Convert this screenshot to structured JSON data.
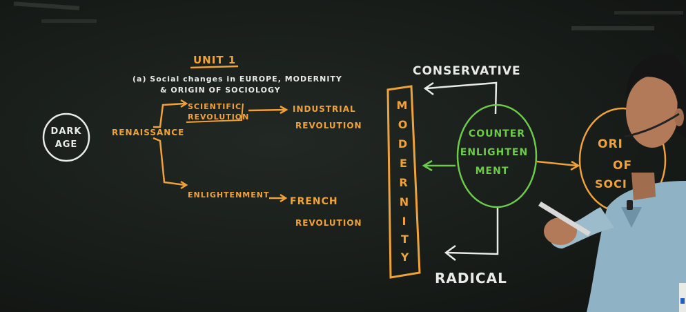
{
  "board": {
    "heading": "UNIT 1",
    "subtitle_line1": "(a) Social changes in EUROPE, MODERNITY",
    "subtitle_line2": "& ORIGIN OF SOCIOLOGY",
    "dark_age": [
      "DARK",
      "AGE"
    ],
    "renaissance": "RENAISSANCE",
    "scientific_revolution": [
      "SCIENTIFIC",
      "REVOLUTION"
    ],
    "industrial_revolution": [
      "INDUSTRIAL",
      "REVOLUTION"
    ],
    "enlightenment": "ENLIGHTENMENT",
    "french_revolution": [
      "FRENCH",
      "REVOLUTION"
    ],
    "modernity_letters": [
      "M",
      "O",
      "D",
      "E",
      "R",
      "N",
      "I",
      "T",
      "Y"
    ],
    "conservative": "CONSERVATIVE",
    "radical": "RADICAL",
    "counter_enlightenment": [
      "COUNTER",
      "ENLIGHTEN",
      "MENT"
    ],
    "origin_of_sociology": [
      "ORI",
      "OF",
      "SOCI"
    ]
  },
  "colors": {
    "orange_chalk": "#f0a23a",
    "white_chalk": "#e9ebe6",
    "green_chalk": "#6ecb4a",
    "board": "#1b201d"
  }
}
